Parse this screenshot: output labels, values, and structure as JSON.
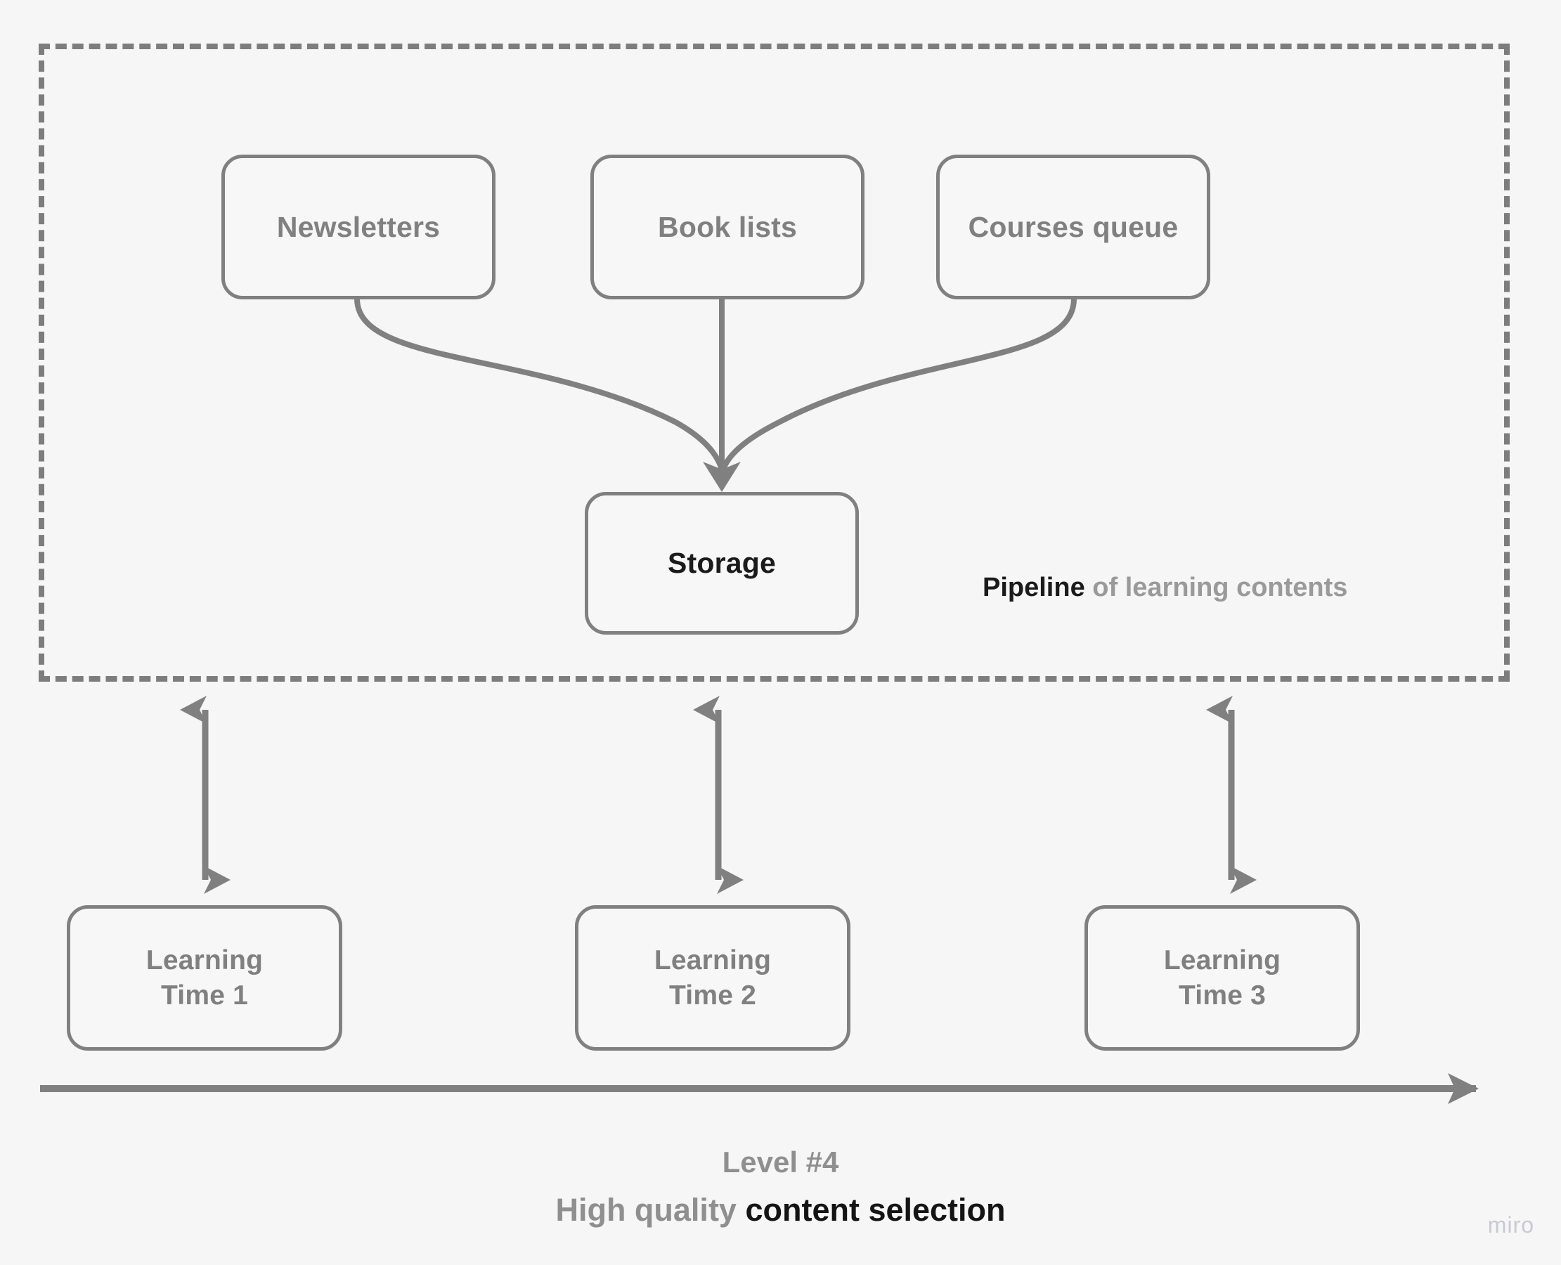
{
  "diagram": {
    "background_color": "#f6f6f6",
    "line_color": "#808080",
    "dashed_border_color": "#7d7d7d",
    "muted_text_color": "#8f8f8f",
    "strong_text_color": "#1b1b1b"
  },
  "pipeline_zone": {
    "caption_strong": "Pipeline",
    "caption_rest": " of learning contents"
  },
  "sources": [
    {
      "label": "Newsletters"
    },
    {
      "label": "Book lists"
    },
    {
      "label": "Courses queue"
    }
  ],
  "storage": {
    "label": "Storage"
  },
  "learning_slots": [
    {
      "line1": "Learning",
      "line2": "Time 1"
    },
    {
      "line1": "Learning",
      "line2": "Time 2"
    },
    {
      "line1": "Learning",
      "line2": "Time 3"
    }
  ],
  "footer": {
    "level": "Level #4",
    "title_muted": "High quality ",
    "title_strong": "content selection"
  },
  "watermark": {
    "label": "miro"
  }
}
